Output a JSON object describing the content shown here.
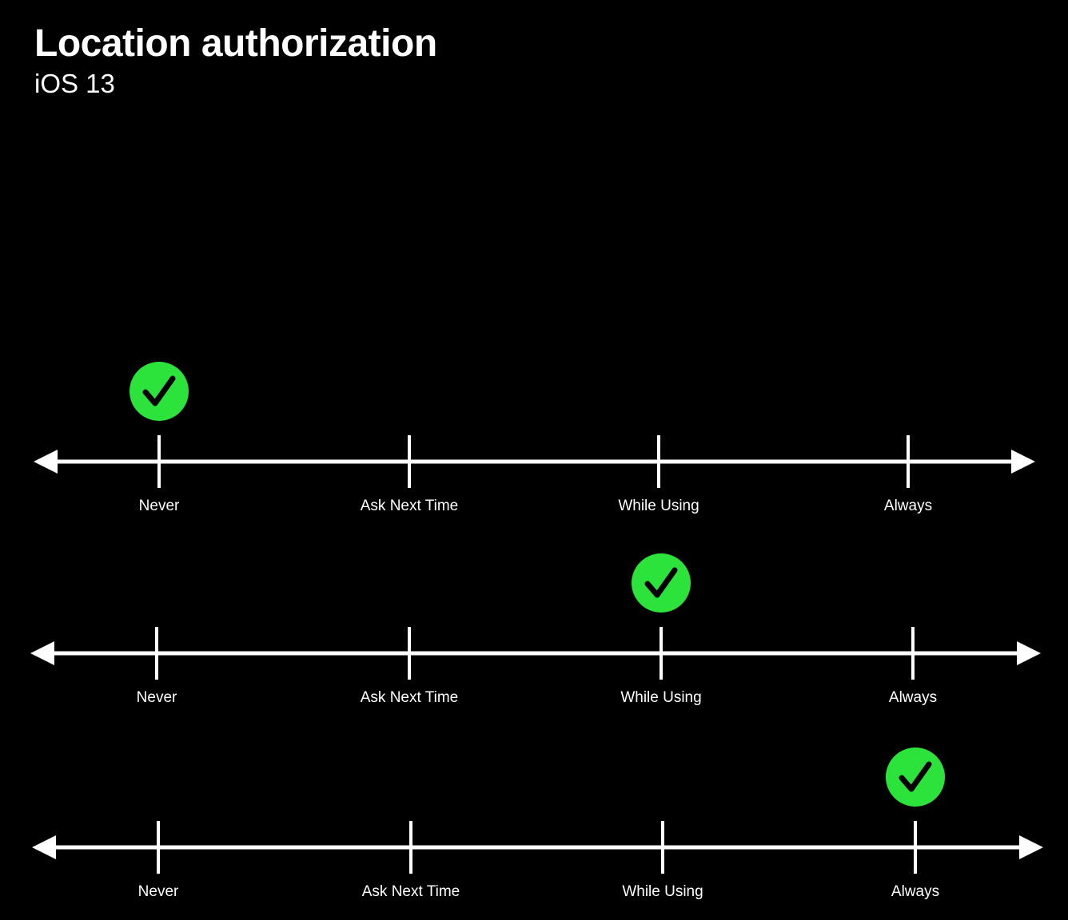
{
  "title": "Location authorization",
  "subtitle": "iOS 13",
  "colors": {
    "background": "#000000",
    "foreground": "#ffffff",
    "check_fill": "#2be33a",
    "check_mark": "#000000"
  },
  "options": [
    "Never",
    "Ask Next Time",
    "While Using",
    "Always"
  ],
  "rows": [
    {
      "selected_index": 0
    },
    {
      "selected_index": 2
    },
    {
      "selected_index": 3
    }
  ],
  "icons": {
    "selected": "checkmark-circle-icon",
    "axis_end": "arrowhead-icon"
  }
}
